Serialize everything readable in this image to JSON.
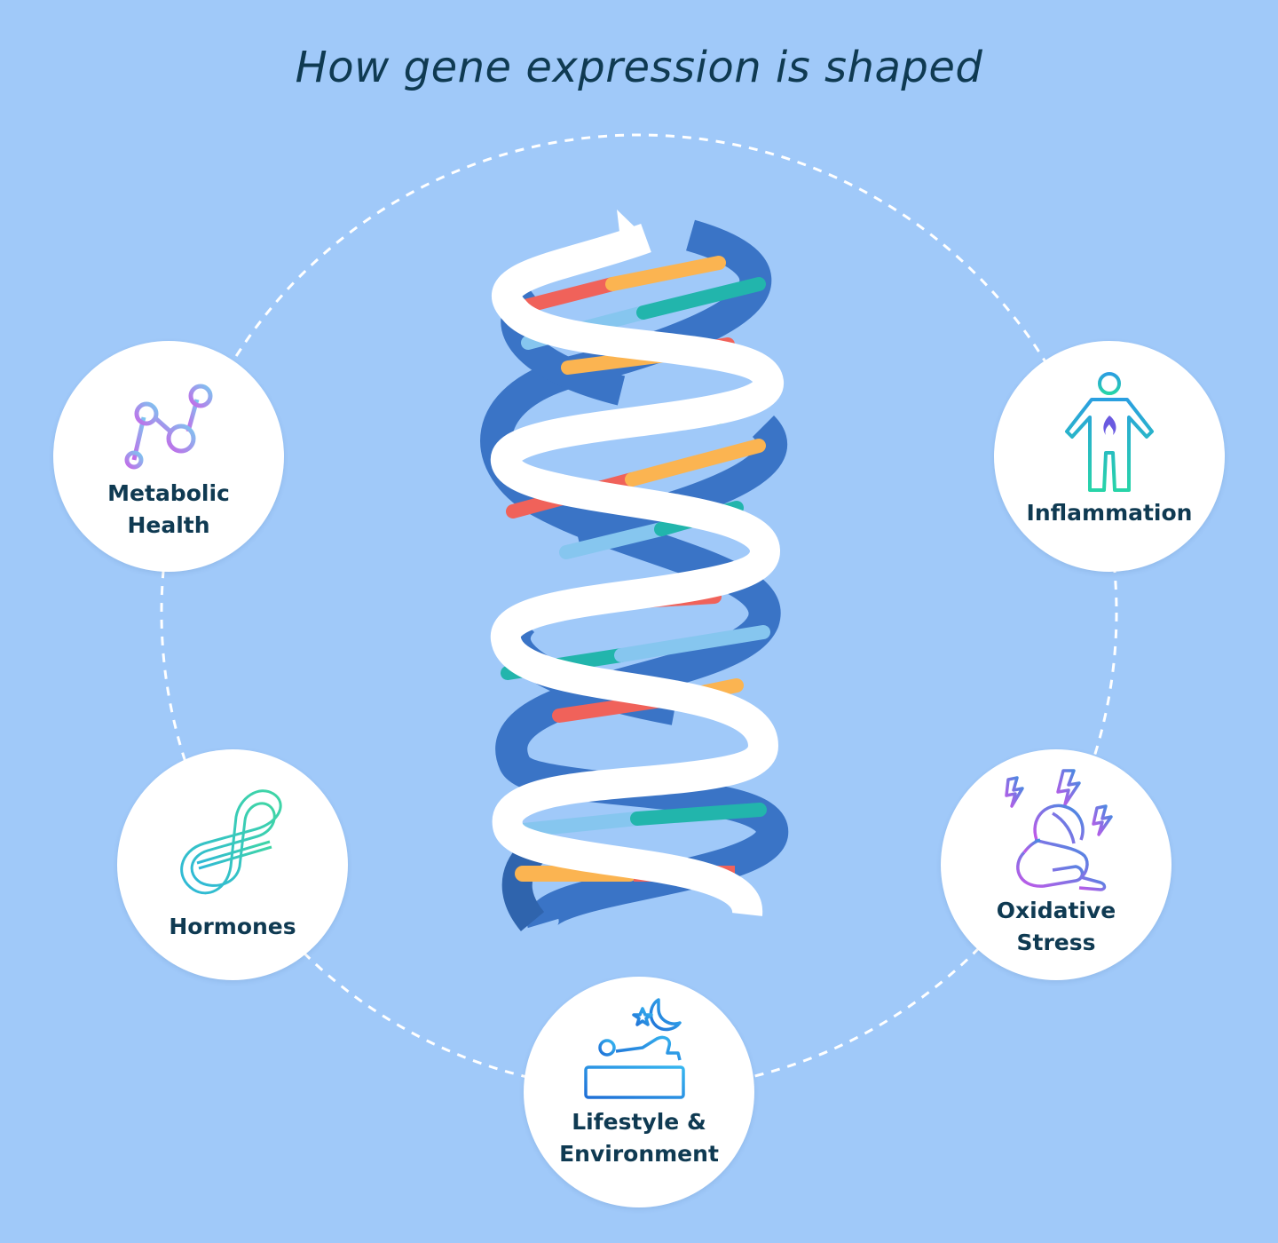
{
  "title": "How gene expression is shaped",
  "nodes": {
    "metabolic": {
      "line1": "Metabolic",
      "line2": "Health",
      "icon": "graph-nodes-icon"
    },
    "inflammation": {
      "line1": "Inflammation",
      "icon": "inflamed-body-icon"
    },
    "hormones": {
      "line1": "Hormones",
      "icon": "infinity-loop-icon"
    },
    "oxidative": {
      "line1": "Oxidative",
      "line2": "Stress",
      "icon": "stressed-person-icon"
    },
    "lifestyle": {
      "line1": "Lifestyle &",
      "line2": "Environment",
      "icon": "sleeping-bed-icon"
    }
  },
  "colors": {
    "background": "#a0c9f9",
    "title": "#0f3a52",
    "strand_front": "#ffffff",
    "strand_back": "#3a74c6",
    "base_red": "#f0625a",
    "base_orange": "#fbb451",
    "base_teal": "#22b5ac",
    "base_lightblue": "#86c6ef"
  }
}
